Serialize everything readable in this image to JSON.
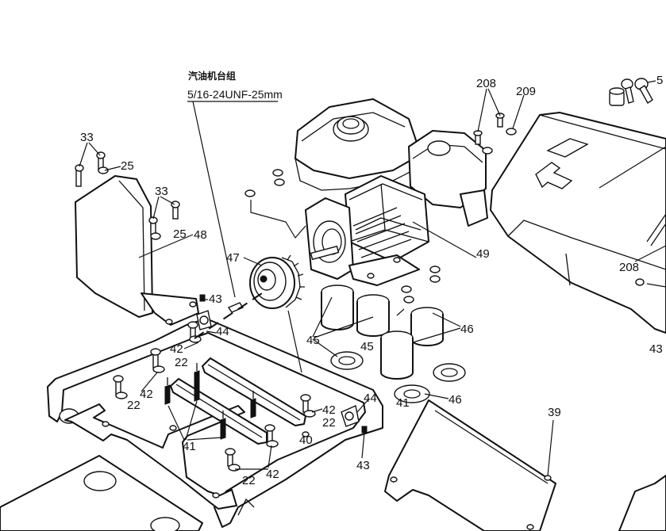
{
  "note": {
    "chinese": "汽油机台组",
    "spec": "5/16-24UNF-25mm"
  },
  "callouts": {
    "c5": "5",
    "c208a": "208",
    "c209": "209",
    "c33a": "33",
    "c25a": "25",
    "c33b": "33",
    "c25b": "25",
    "c48": "48",
    "c47": "47",
    "c49": "49",
    "c43a": "43",
    "c44a": "44",
    "c42a": "42",
    "c22a": "22",
    "c42b": "42",
    "c22b": "22",
    "c40": "40",
    "c45a": "45",
    "c45b": "45",
    "c46a": "46",
    "c46b": "46",
    "c44b": "44",
    "c42c": "42",
    "c22c": "22",
    "c41a": "41",
    "c41b": "41",
    "c43b": "43",
    "c22d": "22",
    "c42d": "42",
    "c39": "39",
    "c208b": "208",
    "c43c": "43"
  }
}
